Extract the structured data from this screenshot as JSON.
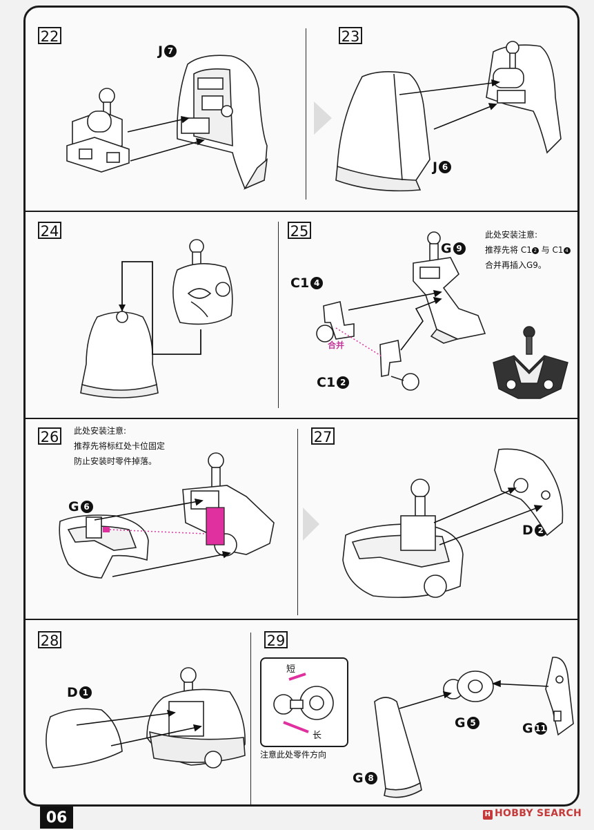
{
  "page_number": "06",
  "brand": "HOBBY SEARCH",
  "brand_mark": "H",
  "steps": {
    "s22": {
      "num": "22",
      "part": "J",
      "part_no": "7"
    },
    "s23": {
      "num": "23",
      "part": "J",
      "part_no": "6"
    },
    "s24": {
      "num": "24"
    },
    "s25": {
      "num": "25",
      "part_g": "G",
      "part_g_no": "9",
      "part_c1": "C1",
      "part_c1_no": "4",
      "part_c2": "C1",
      "part_c2_no": "2",
      "merge_label": "合并",
      "note_line1": "此处安装注意:",
      "note_line2_a": "推荐先将 C1",
      "note_line2_n1": "2",
      "note_line2_b": " 与 C1",
      "note_line2_n2": "4",
      "note_line3": "合并再插入G9。"
    },
    "s26": {
      "num": "26",
      "part": "G",
      "part_no": "6",
      "note_line1": "此处安装注意:",
      "note_line2": "推荐先将标红处卡位固定",
      "note_line3": "防止安装时零件掉落。"
    },
    "s27": {
      "num": "27",
      "part": "D",
      "part_no": "2"
    },
    "s28": {
      "num": "28",
      "part": "D",
      "part_no": "1"
    },
    "s29": {
      "num": "29",
      "short_label": "短",
      "long_label": "长",
      "direction_note": "注意此处零件方向",
      "part_g5": "G",
      "part_g5_no": "5",
      "part_g11": "G",
      "part_g11_no": "11",
      "part_g8": "G",
      "part_g8_no": "8"
    }
  },
  "colors": {
    "accent": "#e0309f",
    "ink": "#1a1a1a",
    "paper": "#fafafa"
  }
}
